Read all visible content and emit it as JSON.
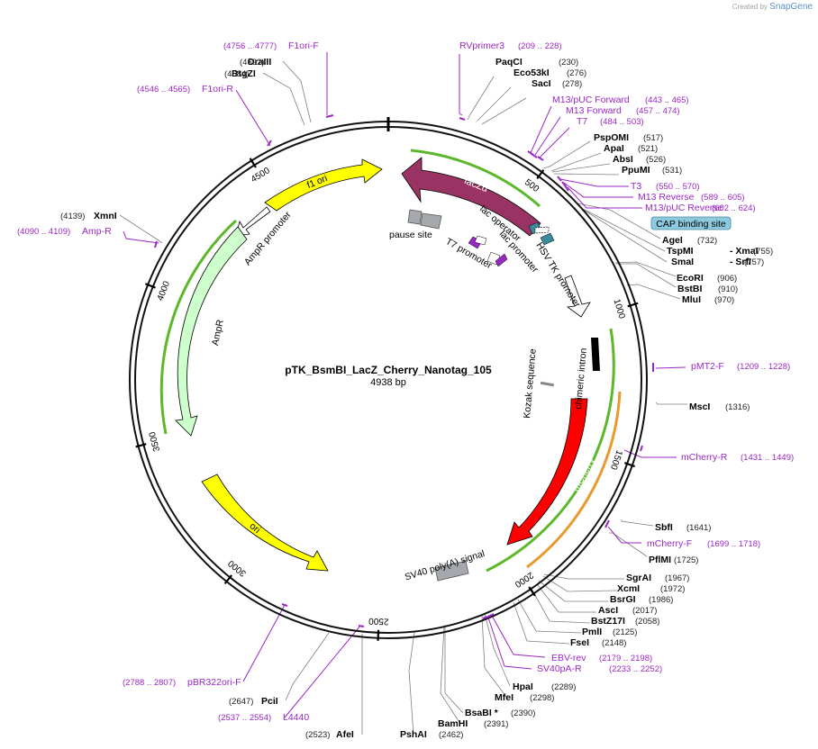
{
  "credit": {
    "prefix": "Created by",
    "brand": "SnapGene"
  },
  "plasmid": {
    "name": "pTK_BsmBI_LacZ_Cherry_Nanotag_105",
    "length_label": "4938 bp"
  },
  "ticks": [
    "500",
    "1000",
    "1500",
    "2000",
    "2500",
    "3000",
    "3500",
    "4000",
    "4500"
  ],
  "sites": [
    {
      "name": "PaqCI",
      "pos": "(230)"
    },
    {
      "name": "Eco53kI",
      "pos": "(276)"
    },
    {
      "name": "SacI",
      "pos": "(278)"
    },
    {
      "name": "PspOMI",
      "pos": "(517)"
    },
    {
      "name": "ApaI",
      "pos": "(521)"
    },
    {
      "name": "AbsI",
      "pos": "(526)"
    },
    {
      "name": "PpuMI",
      "pos": "(531)"
    },
    {
      "name": "AgeI",
      "pos": "(732)"
    },
    {
      "name": "TspMI",
      "pos": ""
    },
    {
      "name": "- XmaI",
      "pos": "(755)"
    },
    {
      "name": "SmaI",
      "pos": ""
    },
    {
      "name": "- SrfI",
      "pos": "(757)"
    },
    {
      "name": "EcoRI",
      "pos": "(906)"
    },
    {
      "name": "BstBI",
      "pos": "(910)"
    },
    {
      "name": "MluI",
      "pos": "(970)"
    },
    {
      "name": "MscI",
      "pos": "(1316)"
    },
    {
      "name": "SbfI",
      "pos": "(1641)"
    },
    {
      "name": "PflMI",
      "pos": "(1725)"
    },
    {
      "name": "SgrAI",
      "pos": "(1967)"
    },
    {
      "name": "XcmI",
      "pos": "(1972)"
    },
    {
      "name": "BsrGI",
      "pos": "(1986)"
    },
    {
      "name": "AscI",
      "pos": "(2017)"
    },
    {
      "name": "BstZ17I",
      "pos": "(2058)"
    },
    {
      "name": "PmlI",
      "pos": "(2125)"
    },
    {
      "name": "FseI",
      "pos": "(2148)"
    },
    {
      "name": "HpaI",
      "pos": "(2289)"
    },
    {
      "name": "MfeI",
      "pos": "(2298)"
    },
    {
      "name": "BsaBI *",
      "pos": "(2390)"
    },
    {
      "name": "BamHI",
      "pos": "(2391)"
    },
    {
      "name": "PshAI",
      "pos": "(2462)"
    },
    {
      "name": "AfeI",
      "pos": "(2523)"
    },
    {
      "name": "PciI",
      "pos": "(2647)"
    },
    {
      "name": "XmnI",
      "pos": "(4139)"
    },
    {
      "name": "BtgZI",
      "pos": "(4684)"
    },
    {
      "name": "DraIII",
      "pos": "(4692)"
    }
  ],
  "primers": [
    {
      "name": "RVprimer3",
      "pos": "(209 .. 228)"
    },
    {
      "name": "M13/pUC Forward",
      "pos": "(443 .. 465)"
    },
    {
      "name": "M13 Forward",
      "pos": "(457 .. 474)"
    },
    {
      "name": "T7",
      "pos": "(484 .. 503)"
    },
    {
      "name": "T3",
      "pos": "(550 .. 570)"
    },
    {
      "name": "M13 Reverse",
      "pos": "(589 .. 605)"
    },
    {
      "name": "M13/pUC Reverse",
      "pos": "(602 .. 624)"
    },
    {
      "name": "pMT2-F",
      "pos": "(1209 .. 1228)"
    },
    {
      "name": "mCherry-R",
      "pos": "(1431 .. 1449)"
    },
    {
      "name": "mCherry-F",
      "pos": "(1699 .. 1718)"
    },
    {
      "name": "EBV-rev",
      "pos": "(2179 .. 2198)"
    },
    {
      "name": "SV40pA-R",
      "pos": "(2233 .. 2252)"
    },
    {
      "name": "L4440",
      "pos": "(2537 .. 2554)"
    },
    {
      "name": "pBR322ori-F",
      "pos": "(2788 .. 2807)"
    },
    {
      "name": "Amp-R",
      "pos": "(4090 .. 4109)"
    },
    {
      "name": "F1ori-R",
      "pos": "(4546 .. 4565)"
    },
    {
      "name": "F1ori-F",
      "pos": "(4756 .. 4777)"
    }
  ],
  "boxed_label": "CAP binding site",
  "features": {
    "lacZa": "lacZα",
    "f1_ori": "f1 ori",
    "ampr_promoter": "AmpR promoter",
    "ampr": "AmpR",
    "ori": "ori",
    "pause_site": "pause site",
    "lac_operator": "lac operator",
    "t7_promoter": "T7 promoter",
    "lac_promoter": "lac promoter",
    "hsv_tk_promoter": "HSV TK promoter",
    "chimeric_intron": "chimeric intron",
    "kozak": "Kozak sequence",
    "mcherry": "mCherry",
    "sv40_polya": "SV40 poly(A) signal"
  },
  "colors": {
    "backbone": "#111111",
    "lacZa": "#983363",
    "f1_ori": "#ffff00",
    "ampr": "#ccffcc",
    "ori": "#ffff00",
    "mcherry": "#ff0000",
    "promoter": "#ffffff",
    "terminator": "#a5a9ad",
    "primer": "#9b27c7",
    "orf_green": "#5cb82a",
    "orf_orange": "#e89a2e",
    "cap_box": "#8ecadf"
  }
}
